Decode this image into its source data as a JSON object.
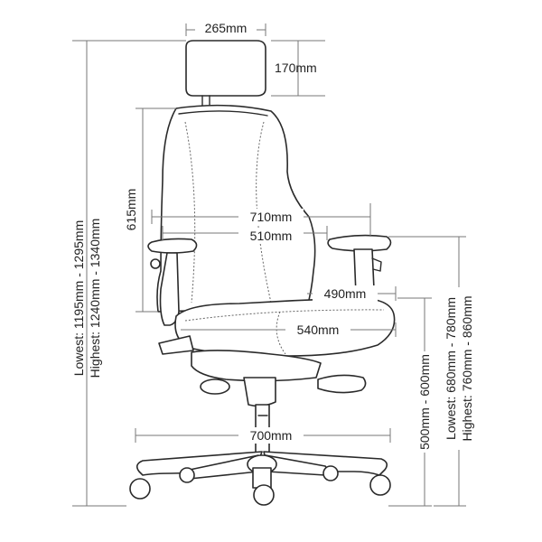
{
  "dimensions": {
    "headrest_width": "265mm",
    "headrest_height": "170mm",
    "backrest_height": "615mm",
    "overall_width": "710mm",
    "inner_width": "510mm",
    "seat_depth": "490mm",
    "seat_width": "540mm",
    "base_width": "700mm",
    "overall_height_lowest": "Lowest: 1195mm - 1295mm",
    "overall_height_highest": "Highest: 1240mm - 1340mm",
    "seat_height": "500mm - 600mm",
    "arm_height_lowest": "Lowest: 680mm - 780mm",
    "arm_height_highest": "Highest: 760mm - 860mm"
  }
}
